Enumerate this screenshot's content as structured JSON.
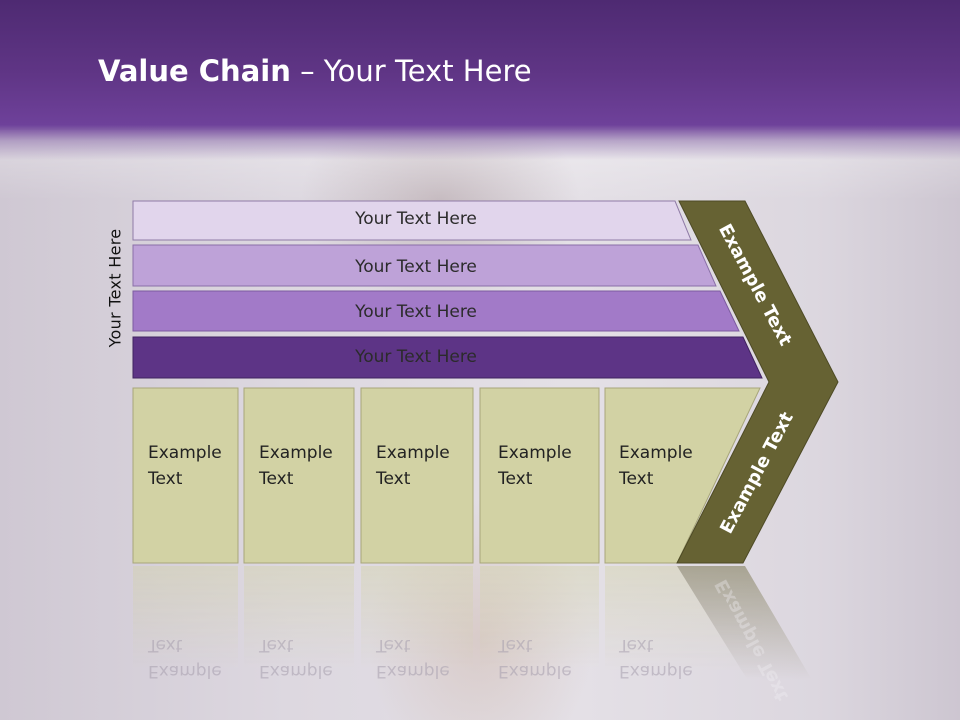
{
  "slide": {
    "title_bold": "Value Chain",
    "title_rest": " – Your Text Here",
    "side_label": "Your Text Here"
  },
  "rows": [
    {
      "label": "Your Text Here",
      "color": "#e1d5ec"
    },
    {
      "label": "Your Text Here",
      "color": "#bea2d8"
    },
    {
      "label": "Your Text Here",
      "color": "#a27ac8"
    },
    {
      "label": "Your Text Here",
      "color": "#5d3486"
    }
  ],
  "boxes": [
    {
      "line1": "Example",
      "line2": "Text"
    },
    {
      "line1": "Example",
      "line2": "Text"
    },
    {
      "line1": "Example",
      "line2": "Text"
    },
    {
      "line1": "Example",
      "line2": "Text"
    },
    {
      "line1": "Example",
      "line2": "Text"
    }
  ],
  "arrow": {
    "upper_label": "Example Text",
    "lower_label": "Example Text",
    "color": "#666233"
  },
  "colors": {
    "header": "#5f3585",
    "box_fill": "#d2d2a4",
    "box_stroke": "#a8a67a"
  }
}
